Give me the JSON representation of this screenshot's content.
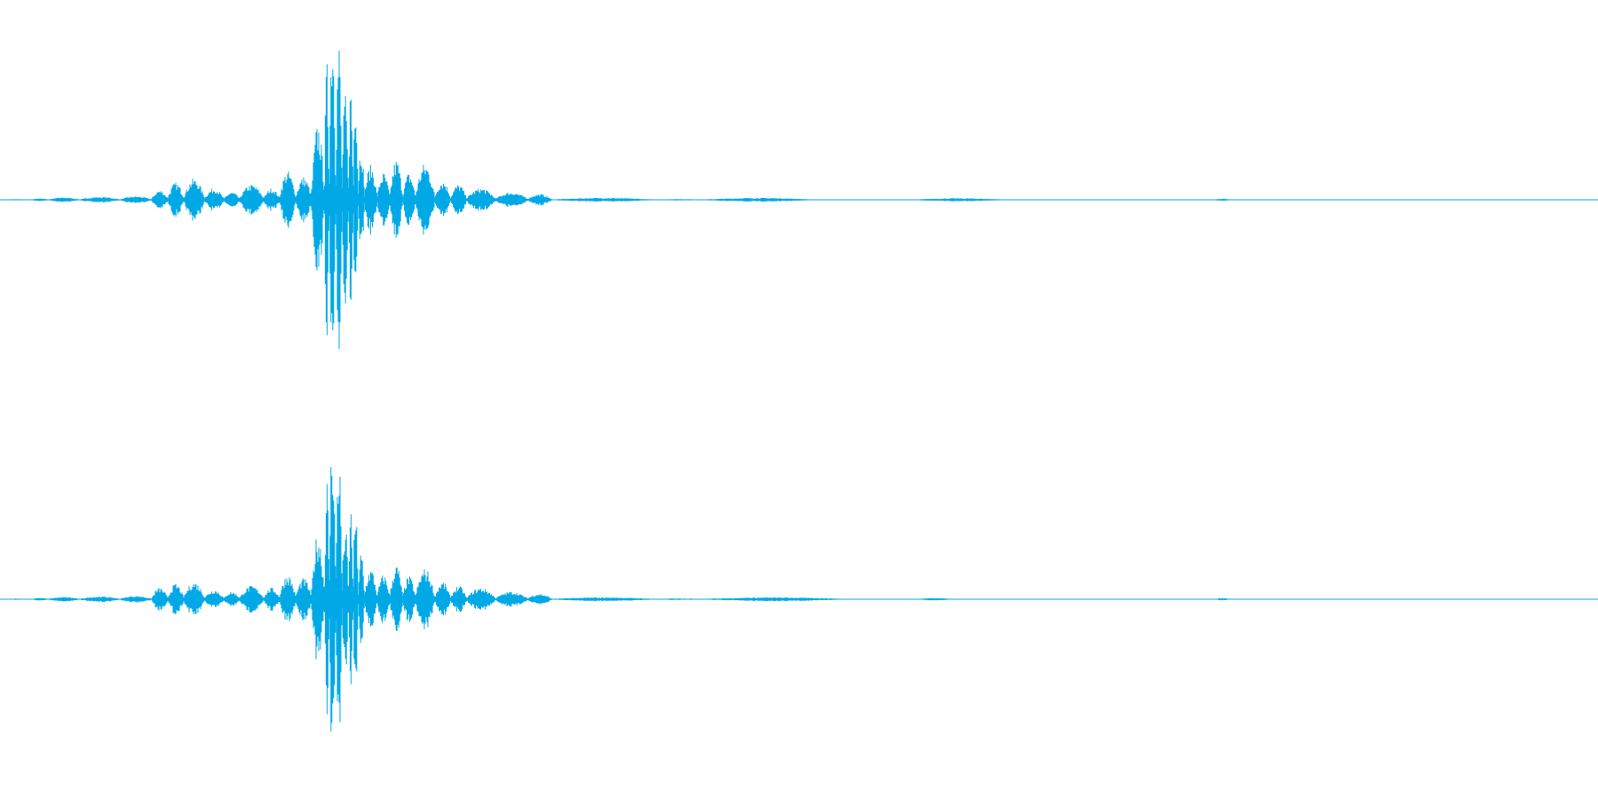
{
  "waveform": {
    "color": "#00a9e6",
    "background": "#ffffff",
    "channel_count": 2,
    "channels": [
      {
        "name": "",
        "segments": [
          {
            "start": 0.0,
            "end": 0.02,
            "peak": 0.003
          },
          {
            "start": 0.02,
            "end": 0.03,
            "peak": 0.008
          },
          {
            "start": 0.03,
            "end": 0.05,
            "peak": 0.012
          },
          {
            "start": 0.05,
            "end": 0.075,
            "peak": 0.015
          },
          {
            "start": 0.075,
            "end": 0.095,
            "peak": 0.018
          },
          {
            "start": 0.095,
            "end": 0.105,
            "peak": 0.05
          },
          {
            "start": 0.105,
            "end": 0.115,
            "peak": 0.09
          },
          {
            "start": 0.115,
            "end": 0.128,
            "peak": 0.11
          },
          {
            "start": 0.128,
            "end": 0.14,
            "peak": 0.06
          },
          {
            "start": 0.14,
            "end": 0.15,
            "peak": 0.04
          },
          {
            "start": 0.15,
            "end": 0.165,
            "peak": 0.08
          },
          {
            "start": 0.165,
            "end": 0.175,
            "peak": 0.06
          },
          {
            "start": 0.175,
            "end": 0.185,
            "peak": 0.15
          },
          {
            "start": 0.185,
            "end": 0.195,
            "peak": 0.12
          },
          {
            "start": 0.195,
            "end": 0.203,
            "peak": 0.4
          },
          {
            "start": 0.203,
            "end": 0.206,
            "peak": 0.72
          },
          {
            "start": 0.206,
            "end": 0.21,
            "peak": 0.98
          },
          {
            "start": 0.21,
            "end": 0.214,
            "peak": 0.85
          },
          {
            "start": 0.214,
            "end": 0.218,
            "peak": 0.55
          },
          {
            "start": 0.218,
            "end": 0.221,
            "peak": 0.62
          },
          {
            "start": 0.221,
            "end": 0.224,
            "peak": 0.65
          },
          {
            "start": 0.224,
            "end": 0.228,
            "peak": 0.3
          },
          {
            "start": 0.228,
            "end": 0.236,
            "peak": 0.18
          },
          {
            "start": 0.236,
            "end": 0.244,
            "peak": 0.14
          },
          {
            "start": 0.244,
            "end": 0.252,
            "peak": 0.21
          },
          {
            "start": 0.252,
            "end": 0.26,
            "peak": 0.14
          },
          {
            "start": 0.26,
            "end": 0.272,
            "peak": 0.19
          },
          {
            "start": 0.272,
            "end": 0.282,
            "peak": 0.1
          },
          {
            "start": 0.282,
            "end": 0.292,
            "peak": 0.08
          },
          {
            "start": 0.292,
            "end": 0.31,
            "peak": 0.06
          },
          {
            "start": 0.31,
            "end": 0.33,
            "peak": 0.04
          },
          {
            "start": 0.33,
            "end": 0.345,
            "peak": 0.03
          },
          {
            "start": 0.345,
            "end": 0.41,
            "peak": 0.01
          },
          {
            "start": 0.41,
            "end": 0.44,
            "peak": 0.004
          },
          {
            "start": 0.44,
            "end": 0.51,
            "peak": 0.01
          },
          {
            "start": 0.51,
            "end": 0.57,
            "peak": 0.002
          },
          {
            "start": 0.57,
            "end": 0.63,
            "peak": 0.008
          },
          {
            "start": 0.63,
            "end": 0.76,
            "peak": 0.001
          },
          {
            "start": 0.76,
            "end": 0.77,
            "peak": 0.006
          },
          {
            "start": 0.77,
            "end": 1.0,
            "peak": 0.001
          }
        ]
      },
      {
        "name": "",
        "segments": [
          {
            "start": 0.0,
            "end": 0.02,
            "peak": 0.003
          },
          {
            "start": 0.02,
            "end": 0.03,
            "peak": 0.008
          },
          {
            "start": 0.03,
            "end": 0.05,
            "peak": 0.012
          },
          {
            "start": 0.05,
            "end": 0.075,
            "peak": 0.015
          },
          {
            "start": 0.075,
            "end": 0.095,
            "peak": 0.018
          },
          {
            "start": 0.095,
            "end": 0.105,
            "peak": 0.06
          },
          {
            "start": 0.105,
            "end": 0.115,
            "peak": 0.08
          },
          {
            "start": 0.115,
            "end": 0.128,
            "peak": 0.09
          },
          {
            "start": 0.128,
            "end": 0.14,
            "peak": 0.05
          },
          {
            "start": 0.14,
            "end": 0.15,
            "peak": 0.04
          },
          {
            "start": 0.15,
            "end": 0.165,
            "peak": 0.07
          },
          {
            "start": 0.165,
            "end": 0.175,
            "peak": 0.06
          },
          {
            "start": 0.175,
            "end": 0.185,
            "peak": 0.13
          },
          {
            "start": 0.185,
            "end": 0.195,
            "peak": 0.11
          },
          {
            "start": 0.195,
            "end": 0.203,
            "peak": 0.35
          },
          {
            "start": 0.203,
            "end": 0.206,
            "peak": 0.65
          },
          {
            "start": 0.206,
            "end": 0.21,
            "peak": 0.92
          },
          {
            "start": 0.21,
            "end": 0.214,
            "peak": 0.8
          },
          {
            "start": 0.214,
            "end": 0.218,
            "peak": 0.4
          },
          {
            "start": 0.218,
            "end": 0.221,
            "peak": 0.48
          },
          {
            "start": 0.221,
            "end": 0.224,
            "peak": 0.5
          },
          {
            "start": 0.224,
            "end": 0.228,
            "peak": 0.25
          },
          {
            "start": 0.228,
            "end": 0.236,
            "peak": 0.16
          },
          {
            "start": 0.236,
            "end": 0.244,
            "peak": 0.13
          },
          {
            "start": 0.244,
            "end": 0.252,
            "peak": 0.18
          },
          {
            "start": 0.252,
            "end": 0.26,
            "peak": 0.12
          },
          {
            "start": 0.26,
            "end": 0.272,
            "peak": 0.16
          },
          {
            "start": 0.272,
            "end": 0.282,
            "peak": 0.09
          },
          {
            "start": 0.282,
            "end": 0.292,
            "peak": 0.07
          },
          {
            "start": 0.292,
            "end": 0.31,
            "peak": 0.06
          },
          {
            "start": 0.31,
            "end": 0.33,
            "peak": 0.04
          },
          {
            "start": 0.33,
            "end": 0.345,
            "peak": 0.03
          },
          {
            "start": 0.345,
            "end": 0.41,
            "peak": 0.01
          },
          {
            "start": 0.41,
            "end": 0.44,
            "peak": 0.004
          },
          {
            "start": 0.44,
            "end": 0.53,
            "peak": 0.01
          },
          {
            "start": 0.53,
            "end": 0.575,
            "peak": 0.002
          },
          {
            "start": 0.575,
            "end": 0.595,
            "peak": 0.007
          },
          {
            "start": 0.595,
            "end": 0.76,
            "peak": 0.001
          },
          {
            "start": 0.76,
            "end": 0.77,
            "peak": 0.006
          },
          {
            "start": 0.77,
            "end": 1.0,
            "peak": 0.001
          }
        ]
      }
    ]
  }
}
